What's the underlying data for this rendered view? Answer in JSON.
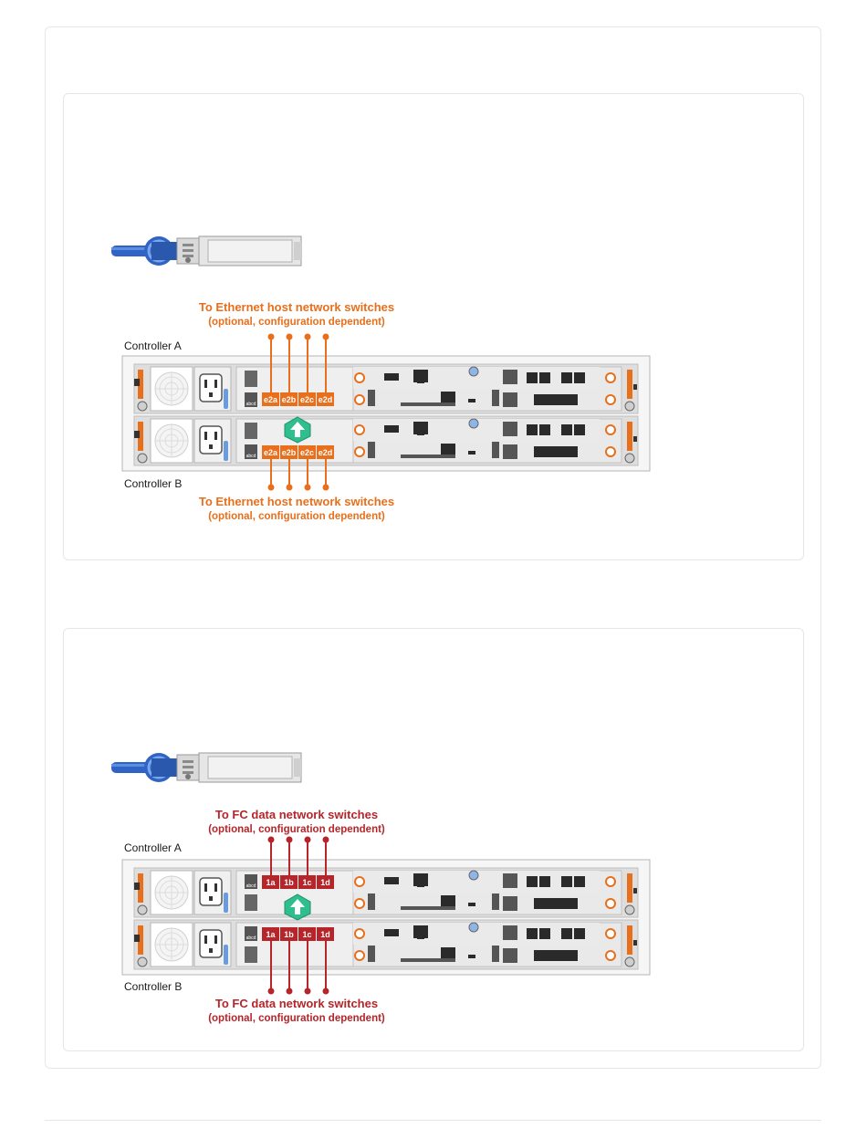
{
  "section1": {
    "label_top_main": "To Ethernet host network switches",
    "label_top_sub": "(optional, configuration dependent)",
    "label_bottom_main": "To Ethernet host network switches",
    "label_bottom_sub": "(optional, configuration dependent)",
    "controller_a": "Controller A",
    "controller_b": "Controller B",
    "ports": [
      "e2a",
      "e2b",
      "e2c",
      "e2d"
    ],
    "port_color": "#e86f1c"
  },
  "section2": {
    "label_top_main": "To FC data network switches",
    "label_top_sub": "(optional, configuration dependent)",
    "label_bottom_main": "To FC data network switches",
    "label_bottom_sub": "(optional, configuration dependent)",
    "controller_a": "Controller A",
    "controller_b": "Controller B",
    "ports": [
      "1a",
      "1b",
      "1c",
      "1d"
    ],
    "port_color": "#b5252a"
  },
  "module_label": "abcd",
  "icons": [
    "sfp-cable-icon",
    "network-port-icon",
    "fan-icon",
    "power-socket-icon",
    "up-arrow-led-icon",
    "rj45-port-icon",
    "usb-port-icon"
  ]
}
